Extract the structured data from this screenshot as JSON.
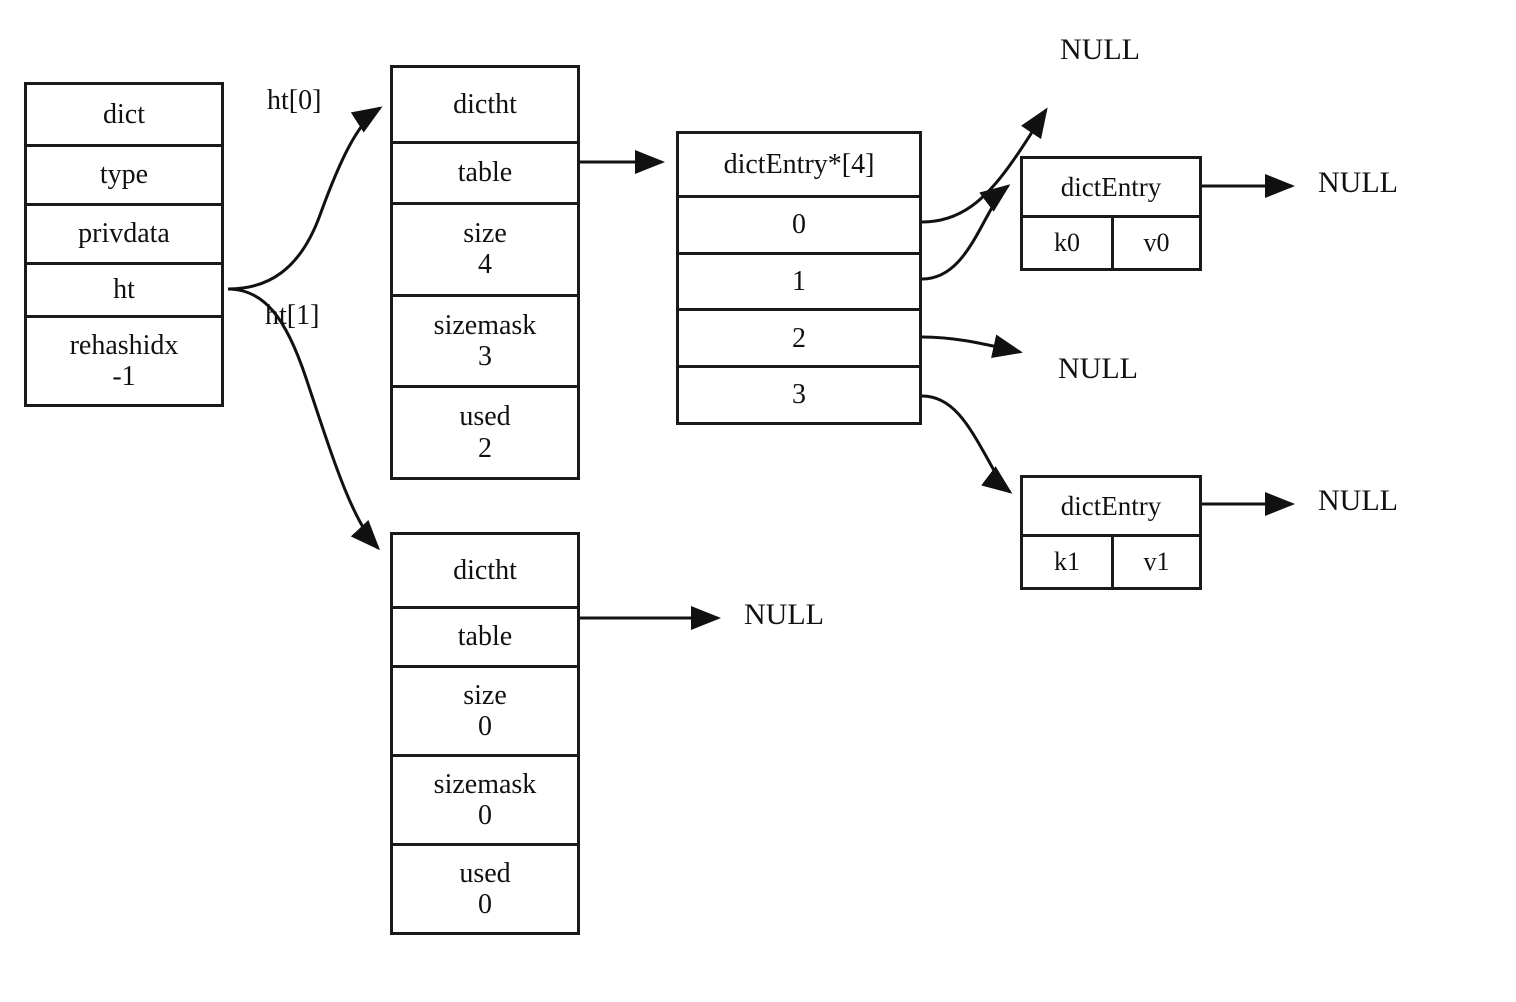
{
  "diagram": {
    "title": "Redis dict structure with two hash tables",
    "type": "data-structure-diagram",
    "colors": {
      "background": "#ffffff",
      "stroke": "#1a1a1a",
      "text": "#111111"
    }
  },
  "dict": {
    "header": "dict",
    "fields": [
      {
        "name": "type"
      },
      {
        "name": "privdata"
      },
      {
        "name": "ht"
      },
      {
        "name": "rehashidx",
        "value": "-1"
      }
    ]
  },
  "edge_labels": {
    "ht0": "ht[0]",
    "ht1": "ht[1]"
  },
  "hashtables": [
    {
      "id": "ht0",
      "header": "dictht",
      "table_label": "table",
      "fields": [
        {
          "name": "size",
          "value": "4"
        },
        {
          "name": "sizemask",
          "value": "3"
        },
        {
          "name": "used",
          "value": "2"
        }
      ]
    },
    {
      "id": "ht1",
      "header": "dictht",
      "table_label": "table",
      "fields": [
        {
          "name": "size",
          "value": "0"
        },
        {
          "name": "sizemask",
          "value": "0"
        },
        {
          "name": "used",
          "value": "0"
        }
      ]
    }
  ],
  "bucket_array": {
    "header": "dictEntry*[4]",
    "slots": [
      "0",
      "1",
      "2",
      "3"
    ]
  },
  "entries": [
    {
      "id": "entry0",
      "header": "dictEntry",
      "key": "k0",
      "value": "v0",
      "next": "NULL"
    },
    {
      "id": "entry1",
      "header": "dictEntry",
      "key": "k1",
      "value": "v1",
      "next": "NULL"
    }
  ],
  "nulls": {
    "top": "NULL",
    "entry0_next": "NULL",
    "middle": "NULL",
    "entry1_next": "NULL",
    "ht1_table": "NULL"
  }
}
